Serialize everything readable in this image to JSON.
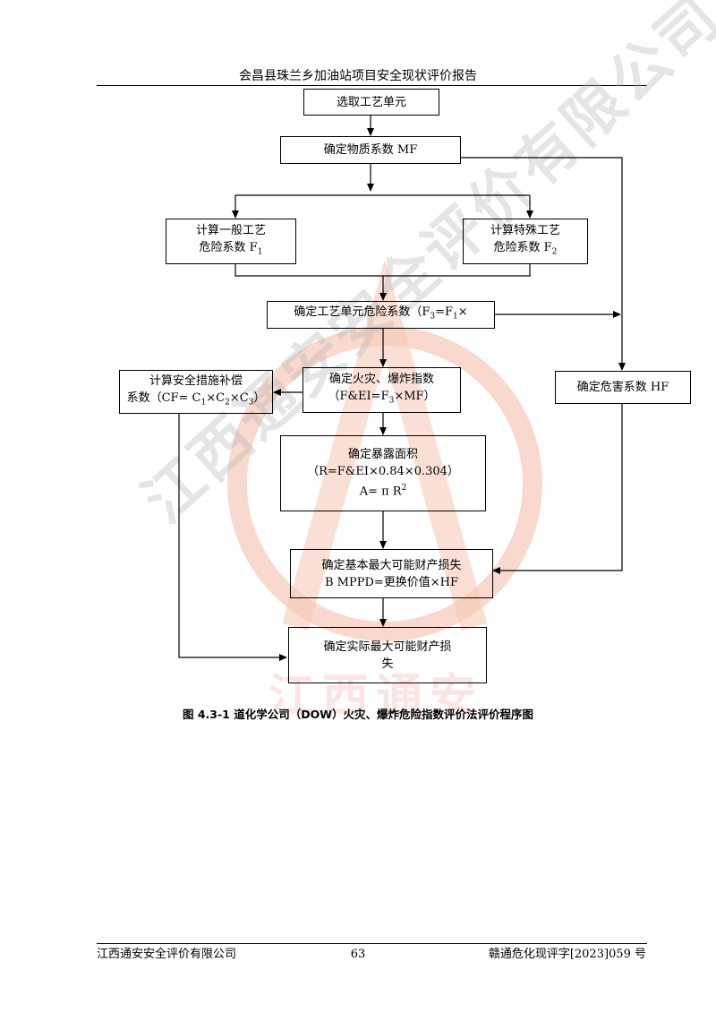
{
  "header": {
    "title": "会昌县珠兰乡加油站项目安全现状评价报告"
  },
  "watermark": {
    "diagonal": "江西通安安全评价有限公司",
    "bottom": "江西通安"
  },
  "nodes": {
    "select_unit": "选取工艺单元",
    "material_factor": "确定物质系数 MF",
    "general_hazard": {
      "line1": "计算一般工艺",
      "line2_prefix": "危险系数 F",
      "line2_sub": "1"
    },
    "special_hazard": {
      "line1": "计算特殊工艺",
      "line2_prefix": "危险系数 F",
      "line2_sub": "2"
    },
    "unit_hazard": {
      "prefix": "确定工艺单元危险系数（F",
      "sub3": "3",
      "mid": "=F",
      "sub1": "1",
      "suffix": "×"
    },
    "safety_credit": {
      "line1": "计算安全措施补偿",
      "p1": "系数（CF= C",
      "s1": "1",
      "p2": "×C",
      "s2": "2",
      "p3": "×C",
      "s3": "3",
      "p4": "）"
    },
    "fire_index": {
      "line1": "确定火灾、爆炸指数",
      "p1": "（F&EI=F",
      "s1": "3",
      "p2": "×MF）"
    },
    "damage_factor": "确定危害系数 HF",
    "exposure_area": {
      "line1": "确定暴露面积",
      "line2": "（R=F&EI×0.84×0.304）",
      "line3_prefix": "A= π R",
      "line3_sup": "2"
    },
    "base_mppd": {
      "line1": "确定基本最大可能财产损失",
      "line2": "B MPPD=更换价值×HF"
    },
    "actual_mppd": {
      "line1": "确定实际最大可能财产损",
      "line2": "失"
    }
  },
  "caption": "图 4.3-1    道化学公司（DOW）火灾、爆炸危险指数评价法评价程序图",
  "footer": {
    "company": "江西通安安全评价有限公司",
    "page": "63",
    "doc_no": "赣通危化现评字[2023]059 号"
  }
}
